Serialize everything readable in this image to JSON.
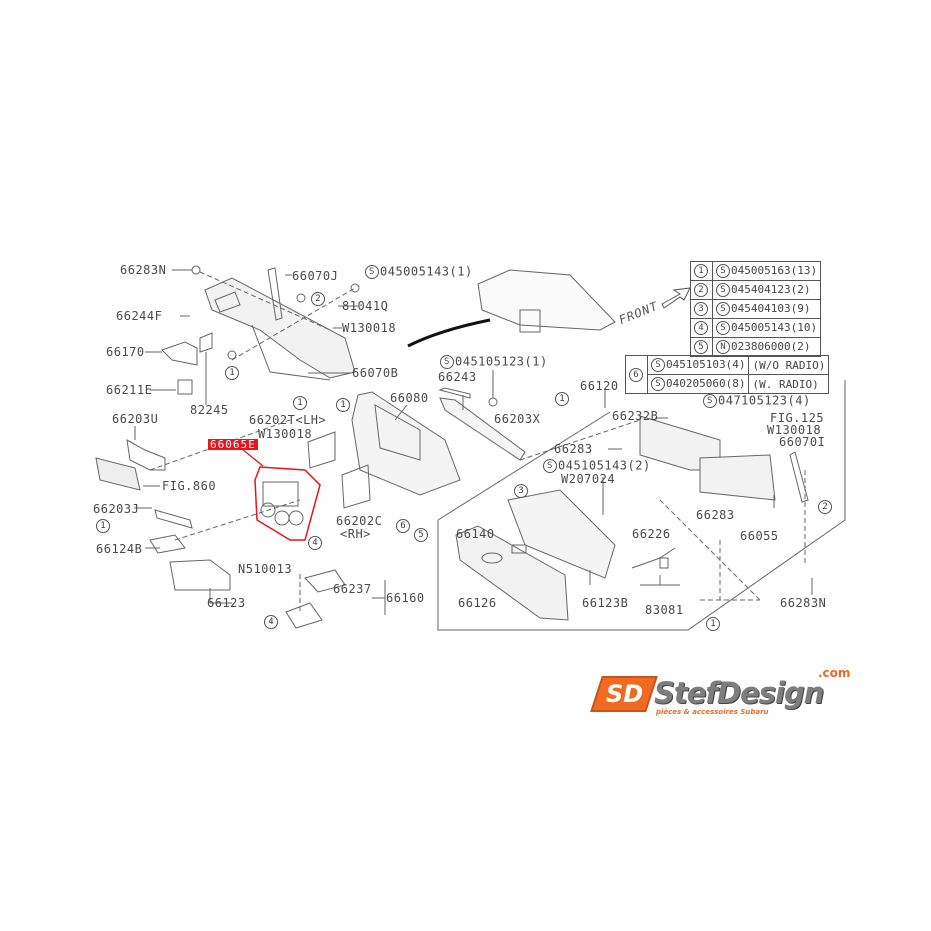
{
  "diagram": {
    "title": "Instrument panel / glove box parts diagram",
    "highlight_color": "#e8141c",
    "labels": {
      "p66283N_top": "66283N",
      "p66070J": "66070J",
      "s045005143_1": "045005143(1)",
      "p66244F": "66244F",
      "p81041Q": "81041Q",
      "p66170": "66170",
      "w130018_top": "W130018",
      "p66070B": "66070B",
      "p66211E": "66211E",
      "p82245": "82245",
      "p66203U": "66203U",
      "p66202T": "66202T<LH>",
      "w130018_mid": "W130018",
      "p66065E": "66065E",
      "fig860": "FIG.860",
      "p66203J": "66203J",
      "p66124B": "66124B",
      "p66080": "66080",
      "p66202C": "66202C",
      "p66202C_side": "<RH>",
      "n510013": "N510013",
      "p66237": "66237",
      "p66160": "66160",
      "p66123": "66123",
      "s045105123_1": "045105123(1)",
      "p66243": "66243",
      "p66203X": "66203X",
      "p66120": "66120",
      "p66232B": "66232B",
      "s047105123_4": "047105123(4)",
      "fig125": "FIG.125",
      "w130018_right": "W130018",
      "p66070I": "66070I",
      "p66283_a": "66283",
      "s045105143_2": "045105143(2)",
      "w207024": "W207024",
      "p66283_b": "66283",
      "p66226": "66226",
      "p66055": "66055",
      "p66140": "66140",
      "p66126": "66126",
      "p66123B": "66123B",
      "p83081": "83081",
      "p66283N_bottom": "66283N",
      "front": "FRONT"
    },
    "callouts": [
      "1",
      "2",
      "3",
      "4",
      "5",
      "6"
    ],
    "legend": [
      {
        "ref": "1",
        "prefix": "S",
        "part": "045005163(13)"
      },
      {
        "ref": "2",
        "prefix": "S",
        "part": "045404123(2)"
      },
      {
        "ref": "3",
        "prefix": "S",
        "part": "045404103(9)"
      },
      {
        "ref": "4",
        "prefix": "S",
        "part": "045005143(10)"
      },
      {
        "ref": "5",
        "prefix": "N",
        "part": "023806000(2)"
      }
    ],
    "legend6": {
      "ref": "6",
      "rows": [
        {
          "prefix": "S",
          "part": "045105103(4)",
          "note": "(W/O RADIO)"
        },
        {
          "prefix": "S",
          "part": "040205060(8)",
          "note": "(W. RADIO)"
        }
      ]
    }
  },
  "logo": {
    "mark": "SD",
    "name": "StefDesign",
    "domain": ".com",
    "tagline": "pièces & accessoires Subaru"
  }
}
